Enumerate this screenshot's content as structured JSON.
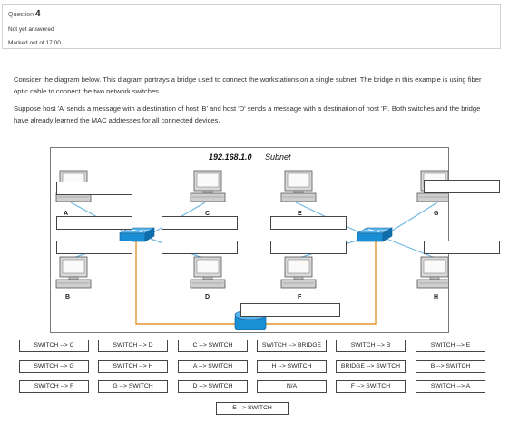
{
  "question": {
    "label": "Question",
    "number": "4",
    "status": "Not yet answered",
    "marks": "Marked out of 17.00"
  },
  "text": {
    "p1": "Consider the diagram below. This diagram portrays a bridge used to connect the workstations on a single subnet. The bridge in this example is using fiber optic cable to connect the two network switches.",
    "p2": "Suppose host 'A' sends a message with a destination of host 'B' and host 'D' sends a message with a destination of host 'F'. Both switches and the bridge have already learned the MAC addresses for all connected devices."
  },
  "diagram": {
    "subnet_ip": "192.168.1.0",
    "subnet_word": "Subnet",
    "hosts": [
      "A",
      "B",
      "C",
      "D",
      "E",
      "F",
      "G",
      "H"
    ],
    "colors": {
      "cable": "#6fb7e0",
      "fiber": "#e8942c",
      "device": "#1a8fd6"
    }
  },
  "tiles": [
    [
      "SWITCH --> C",
      "SWITCH --> D",
      "C --> SWITCH",
      "SWITCH --> BRIDGE",
      "SWITCH --> B",
      "SWITCH --> E"
    ],
    [
      "SWITCH --> G",
      "SWITCH --> H",
      "A --> SWITCH",
      "H --> SWITCH",
      "BRIDGE --> SWITCH",
      "B --> SWITCH"
    ],
    [
      "SWITCH --> F",
      "G --> SWITCH",
      "D --> SWITCH",
      "N/A",
      "F --> SWITCH",
      "SWITCH --> A"
    ],
    [
      "E --> SWITCH"
    ]
  ]
}
